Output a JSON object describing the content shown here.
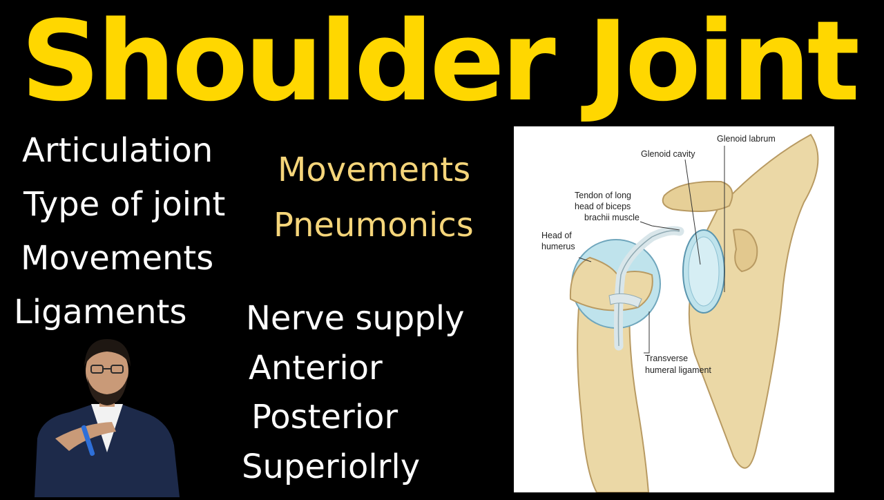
{
  "title": "Shoulder Joint",
  "topics_left": [
    "Articulation",
    "Type of joint",
    "Movements",
    "Ligaments"
  ],
  "topics_gold": [
    "Movements",
    "Pneumonics"
  ],
  "topics_right": [
    "Nerve supply",
    "Anterior",
    "Posterior",
    "Superiolrly"
  ],
  "diagram": {
    "labels": {
      "glenoid_cavity": "Glenoid cavity",
      "glenoid_labrum": "Glenoid labrum",
      "tendon_line1": "Tendon of long",
      "tendon_line2": "head of biceps",
      "tendon_line3": "brachii muscle",
      "head_line1": "Head of",
      "head_line2": "humerus",
      "transverse_line1": "Transverse",
      "transverse_line2": "humeral ligament"
    }
  },
  "colors": {
    "background": "#000000",
    "title": "#FFD700",
    "text": "#FFFFFF",
    "gold_text": "#F5D57A",
    "bone": "#EBD8A6",
    "cartilage": "#BFE3EC"
  }
}
